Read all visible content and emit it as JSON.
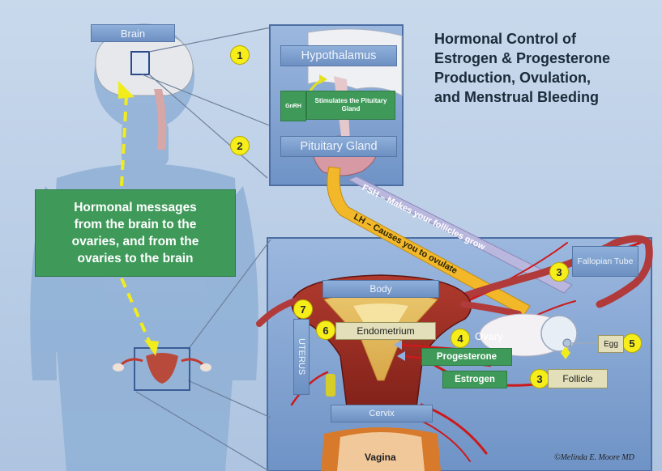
{
  "title": {
    "lines": [
      "Hormonal Control of",
      "Estrogen & Progesterone",
      "Production, Ovulation,",
      "and Menstrual Bleeding"
    ]
  },
  "labels": {
    "brain": "Brain",
    "hypothalamus": "Hypothalamus",
    "gnrh": "GnRH",
    "stimulates": "Stimulates the Pituitary Gland",
    "pituitary": "Pituitary Gland",
    "fsh": "FSH – Makes your follicles grow",
    "lh": "LH – Causes you to ovulate",
    "fallopian": "Fallopian Tube",
    "body": "Body",
    "uterus": "UTERUS",
    "endometrium": "Endometrium",
    "ovary": "Ovary",
    "progesterone": "Progesterone",
    "estrogen": "Estrogen",
    "follicle": "Follicle",
    "egg": "Egg",
    "cervix": "Cervix",
    "vagina": "Vagina",
    "signature": "©Melinda E. Moore MD"
  },
  "messages": {
    "lines": [
      "Hormonal messages",
      "from the brain to the",
      "ovaries, and from the",
      "ovaries to the brain"
    ]
  },
  "numbers": {
    "n1": "1",
    "n2": "2",
    "n3a": "3",
    "n3b": "3",
    "n4": "4",
    "n5": "5",
    "n6": "6",
    "n7": "7"
  },
  "colors": {
    "background": "#c0d3ea",
    "silhouette": "#8fb0d6",
    "panel": "#7a9fd0",
    "message_box": "#3f9a5a",
    "number_badge": "#f6ee1a",
    "lh_band": "#f2b829",
    "fsh_band": "#b9b7de",
    "vessel": "#cc1a1a"
  }
}
